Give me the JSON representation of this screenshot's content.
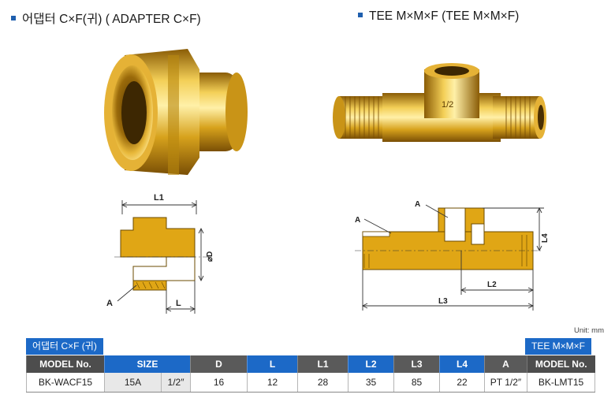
{
  "left_product": {
    "title": "어댑터 C×F(귀) ( ADAPTER C×F)",
    "drawing_labels": {
      "L1": "L1",
      "D": "⌀D",
      "A": "A",
      "L": "L"
    }
  },
  "right_product": {
    "title": "TEE M×M×F  (TEE M×M×F)",
    "drawing_labels": {
      "A1": "A",
      "A2": "A",
      "L4": "L4",
      "L2": "L2",
      "L3": "L3",
      "marking": "1/2"
    }
  },
  "unit_note": "Unit: mm",
  "table": {
    "left_badge": "어댑터 C×F (귀)",
    "right_badge": "TEE M×M×F",
    "headers": {
      "model_left": "MODEL No.",
      "size": "SIZE",
      "D": "D",
      "L": "L",
      "L1": "L1",
      "L2": "L2",
      "L3": "L3",
      "L4": "L4",
      "A": "A",
      "model_right": "MODEL No."
    },
    "row": {
      "model_left": "BK-WACF15",
      "size_a": "15A",
      "size_in": "1/2″",
      "D": "16",
      "L": "12",
      "L1": "28",
      "L2": "35",
      "L3": "85",
      "L4": "22",
      "A": "PT 1/2″",
      "model_right": "BK-LMT15"
    }
  },
  "colors": {
    "accent_blue": "#1c69c7",
    "header_gray": "#4d4d4d",
    "brass": "#d7a21c",
    "brass_light": "#f3cf57",
    "brass_dark": "#8a5c06",
    "drawing_fill": "#e0a615"
  }
}
